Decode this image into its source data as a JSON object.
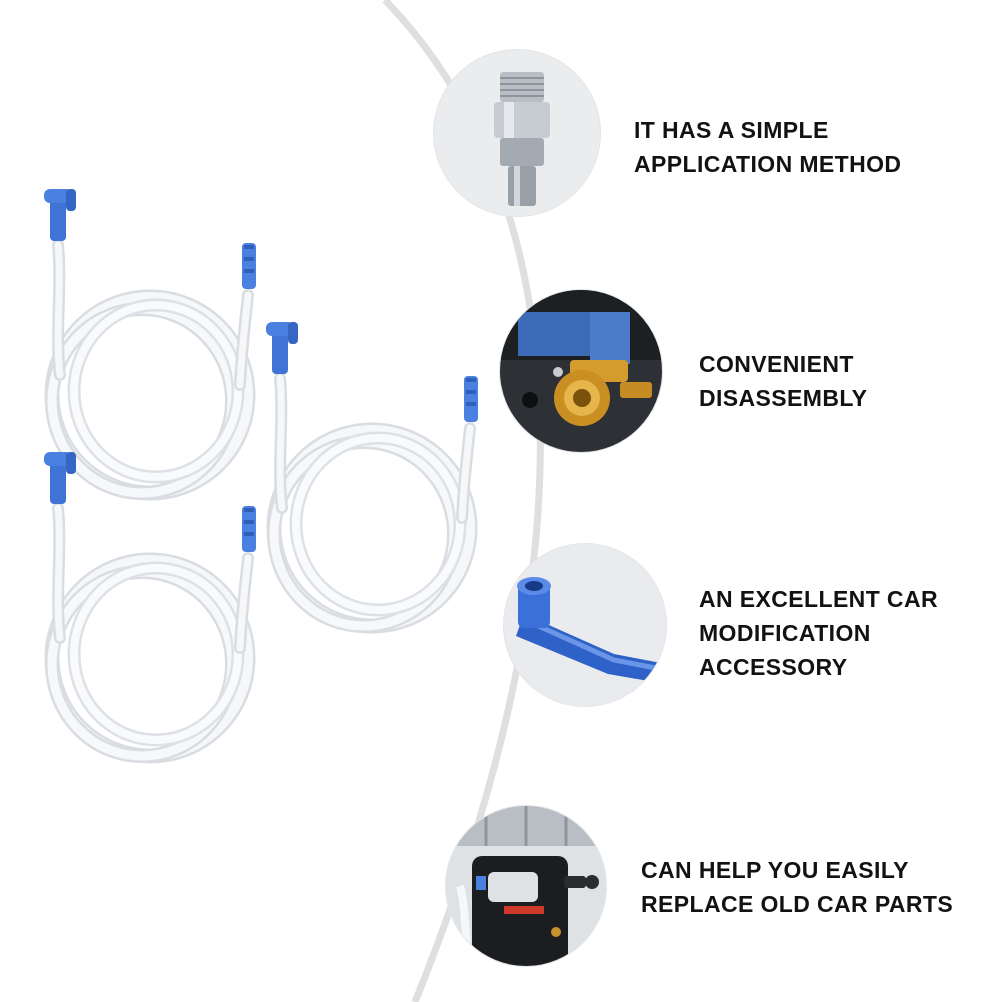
{
  "features": [
    {
      "lines": [
        "IT HAS A SIMPLE",
        "APPLICATION METHOD"
      ],
      "icon": "metal-connector-icon"
    },
    {
      "lines": [
        "CONVENIENT",
        "DISASSEMBLY"
      ],
      "icon": "brass-valve-icon"
    },
    {
      "lines": [
        "AN EXCELLENT CAR",
        "MODIFICATION",
        "ACCESSORY"
      ],
      "icon": "blue-elbow-fitting-icon"
    },
    {
      "lines": [
        "CAN HELP YOU EASILY",
        "REPLACE OLD CAR PARTS"
      ],
      "icon": "bleeder-tool-icon"
    }
  ],
  "colors": {
    "hose": "#eef1f4",
    "fitting_blue": "#3f74d6",
    "arc": "#dfdfdf",
    "text": "#121212"
  }
}
